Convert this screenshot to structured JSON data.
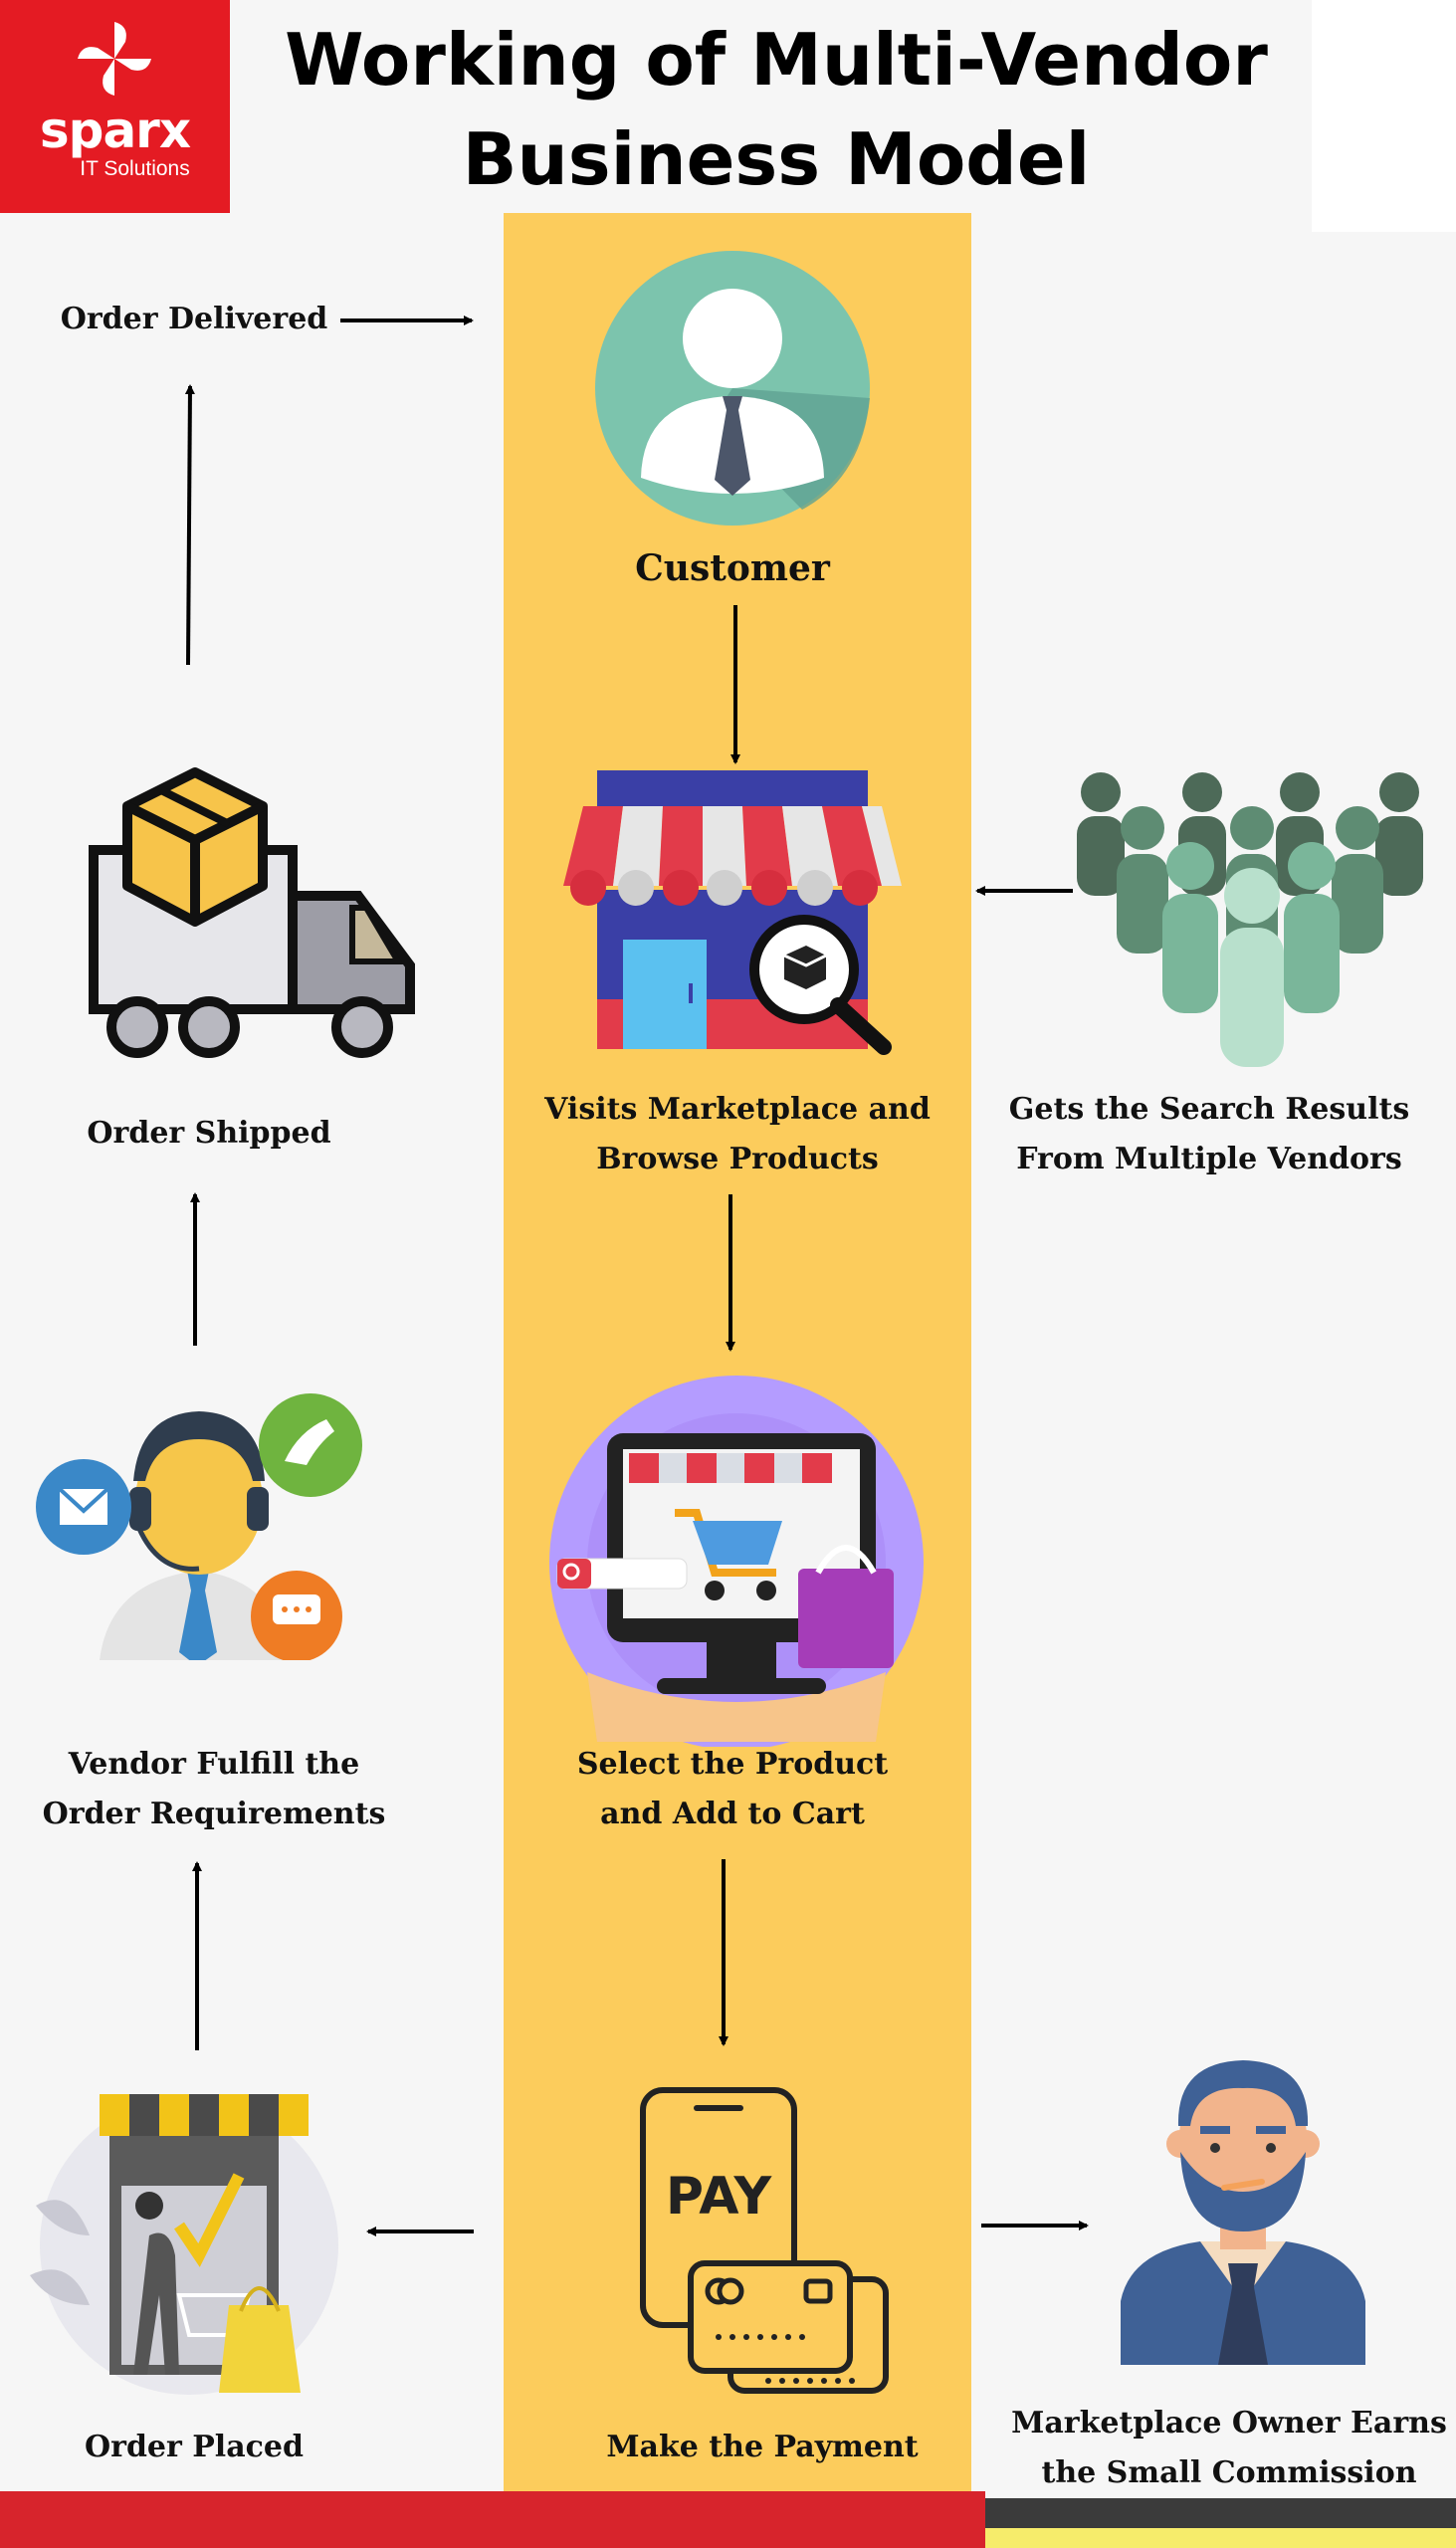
{
  "logo": {
    "brand": "sparx",
    "subtitle": "IT Solutions"
  },
  "title": {
    "line1": "Working of Multi-Vendor",
    "line2": "Business Model"
  },
  "steps": {
    "customer": "Customer",
    "visits": {
      "line1": "Visits Marketplace and",
      "line2": "Browse Products"
    },
    "search_results": {
      "line1": "Gets the Search Results",
      "line2": "From Multiple Vendors"
    },
    "select": {
      "line1": "Select the Product",
      "line2": "and Add to Cart"
    },
    "payment": "Make the Payment",
    "owner": {
      "line1": "Marketplace Owner Earns",
      "line2": "the Small Commission"
    },
    "order_placed": "Order Placed",
    "vendor": {
      "line1": "Vendor Fulfill the",
      "line2": "Order Requirements"
    },
    "order_shipped": "Order Shipped",
    "order_delivered": "Order Delivered"
  },
  "pay_text": "PAY",
  "colors": {
    "accent_red": "#e41b23",
    "column_yellow": "#fccc5c",
    "teal": "#7cc4ad"
  },
  "icons": [
    "customer-icon",
    "storefront-search-icon",
    "crowd-icon",
    "computer-cart-icon",
    "mobile-pay-icon",
    "owner-avatar-icon",
    "shop-order-icon",
    "support-agent-icon",
    "delivery-truck-icon"
  ]
}
